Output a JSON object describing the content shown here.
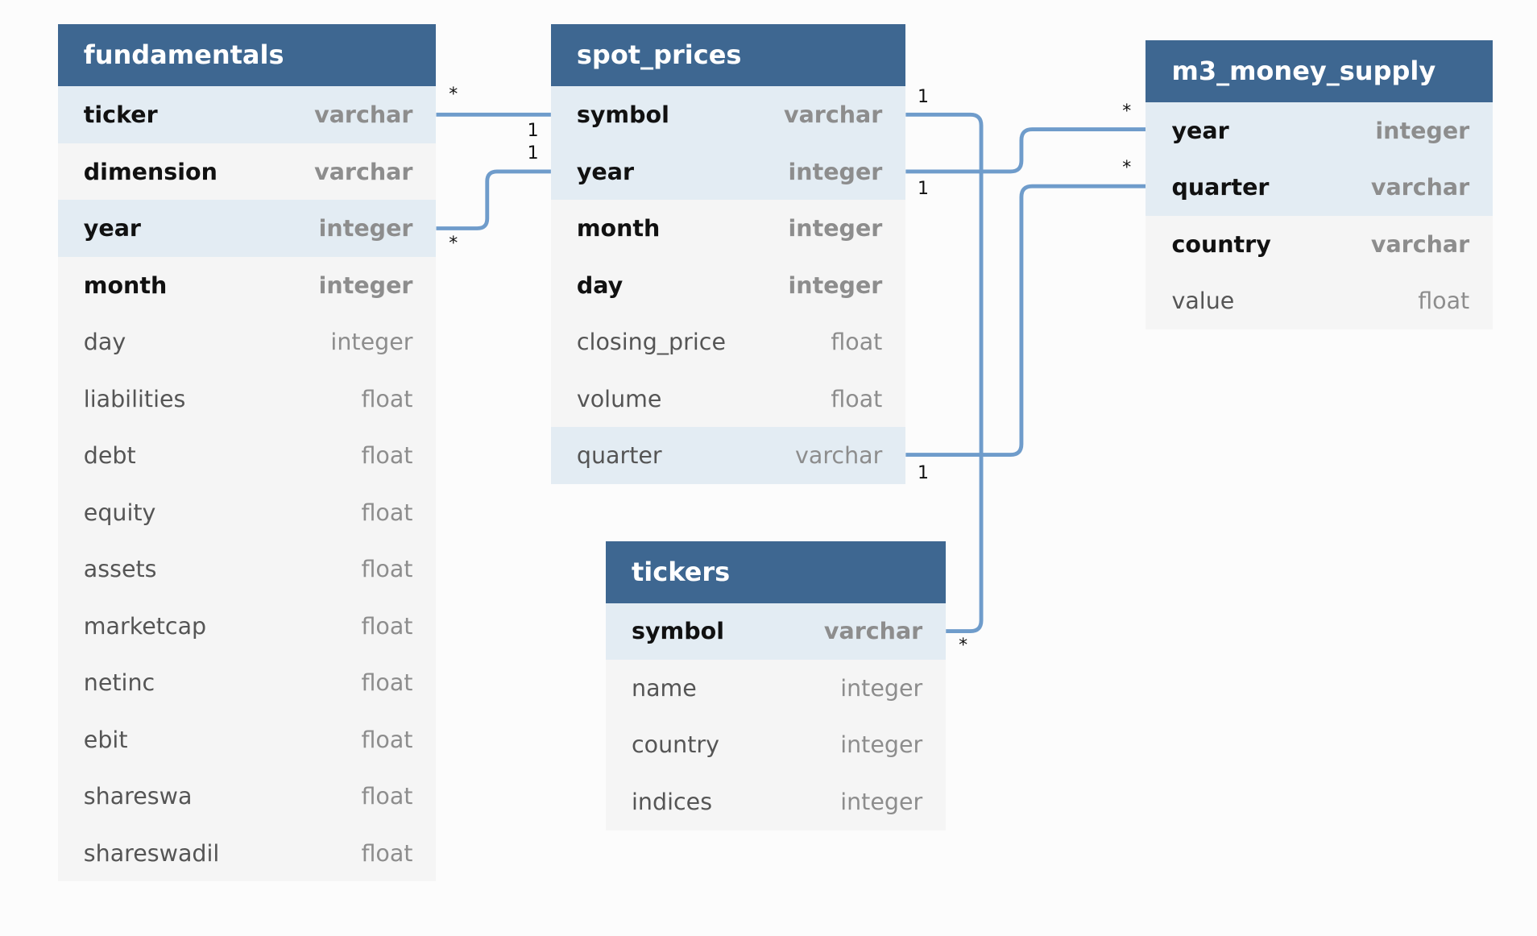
{
  "tables": {
    "fundamentals": {
      "name": "fundamentals",
      "columns": [
        {
          "name": "ticker",
          "type": "varchar",
          "key": true,
          "related": true
        },
        {
          "name": "dimension",
          "type": "varchar",
          "key": true,
          "related": false
        },
        {
          "name": "year",
          "type": "integer",
          "key": true,
          "related": true
        },
        {
          "name": "month",
          "type": "integer",
          "key": true,
          "related": false
        },
        {
          "name": "day",
          "type": "integer",
          "key": false,
          "related": false
        },
        {
          "name": "liabilities",
          "type": "float",
          "key": false,
          "related": false
        },
        {
          "name": "debt",
          "type": "float",
          "key": false,
          "related": false
        },
        {
          "name": "equity",
          "type": "float",
          "key": false,
          "related": false
        },
        {
          "name": "assets",
          "type": "float",
          "key": false,
          "related": false
        },
        {
          "name": "marketcap",
          "type": "float",
          "key": false,
          "related": false
        },
        {
          "name": "netinc",
          "type": "float",
          "key": false,
          "related": false
        },
        {
          "name": "ebit",
          "type": "float",
          "key": false,
          "related": false
        },
        {
          "name": "shareswa",
          "type": "float",
          "key": false,
          "related": false
        },
        {
          "name": "shareswadil",
          "type": "float",
          "key": false,
          "related": false
        }
      ]
    },
    "spot_prices": {
      "name": "spot_prices",
      "columns": [
        {
          "name": "symbol",
          "type": "varchar",
          "key": true,
          "related": true
        },
        {
          "name": "year",
          "type": "integer",
          "key": true,
          "related": true
        },
        {
          "name": "month",
          "type": "integer",
          "key": true,
          "related": false
        },
        {
          "name": "day",
          "type": "integer",
          "key": true,
          "related": false
        },
        {
          "name": "closing_price",
          "type": "float",
          "key": false,
          "related": false
        },
        {
          "name": "volume",
          "type": "float",
          "key": false,
          "related": false
        },
        {
          "name": "quarter",
          "type": "varchar",
          "key": false,
          "related": true
        }
      ]
    },
    "m3_money_supply": {
      "name": "m3_money_supply",
      "columns": [
        {
          "name": "year",
          "type": "integer",
          "key": true,
          "related": true
        },
        {
          "name": "quarter",
          "type": "varchar",
          "key": true,
          "related": true
        },
        {
          "name": "country",
          "type": "varchar",
          "key": true,
          "related": false
        },
        {
          "name": "value",
          "type": "float",
          "key": false,
          "related": false
        }
      ]
    },
    "tickers": {
      "name": "tickers",
      "columns": [
        {
          "name": "symbol",
          "type": "varchar",
          "key": true,
          "related": true
        },
        {
          "name": "name",
          "type": "integer",
          "key": false,
          "related": false
        },
        {
          "name": "country",
          "type": "integer",
          "key": false,
          "related": false
        },
        {
          "name": "indices",
          "type": "integer",
          "key": false,
          "related": false
        }
      ]
    }
  },
  "relationships": [
    {
      "from_table": "fundamentals",
      "from_column": "ticker",
      "from_card": "*",
      "to_table": "spot_prices",
      "to_column": "symbol",
      "to_card": "1"
    },
    {
      "from_table": "fundamentals",
      "from_column": "year",
      "from_card": "*",
      "to_table": "spot_prices",
      "to_column": "year",
      "to_card": "1"
    },
    {
      "from_table": "spot_prices",
      "from_column": "symbol",
      "from_card": "1",
      "to_table": "tickers",
      "to_column": "symbol",
      "to_card": "*"
    },
    {
      "from_table": "spot_prices",
      "from_column": "year",
      "from_card": "1",
      "to_table": "m3_money_supply",
      "to_column": "year",
      "to_card": "*"
    },
    {
      "from_table": "spot_prices",
      "from_column": "quarter",
      "from_card": "1",
      "to_table": "m3_money_supply",
      "to_column": "quarter",
      "to_card": "*"
    }
  ],
  "colors": {
    "header": "#3e6791",
    "link": "#6f9ccb",
    "row_highlight": "#e3ecf3",
    "row": "#f5f5f5"
  }
}
